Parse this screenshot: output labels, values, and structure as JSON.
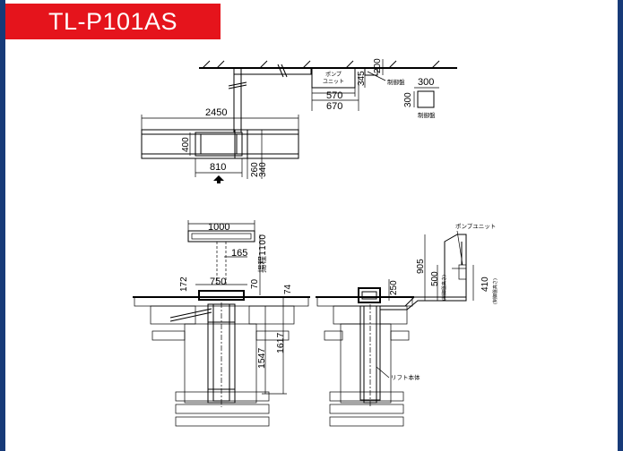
{
  "title": "TL-P101AS",
  "plan": {
    "pump_unit_label": "ポンプ\nユニット",
    "control_panel_label": "制御盤",
    "control_panel_label_2": "制御盤",
    "dims": {
      "d2450": "2450",
      "d400": "400",
      "d810": "810",
      "d260": "260",
      "d340": "340",
      "d570": "570",
      "d670": "670",
      "d345": "345",
      "d200": "200",
      "d300a": "300",
      "d300b": "300"
    }
  },
  "front": {
    "dims": {
      "d1000": "1000",
      "d165": "165",
      "d750": "750",
      "d172": "172",
      "d70": "70",
      "d74": "74",
      "stroke": "揚程1100",
      "d1547": "1547",
      "d1617": "1617"
    }
  },
  "side": {
    "pump_unit_label": "ポンプユニット",
    "lift_body_label": "リフト本体",
    "dims": {
      "d905": "905",
      "d500": "500",
      "d500_note": "(制御盤高さ)",
      "d410": "410",
      "d410_note": "(制御盤高さ)",
      "d250": "250"
    }
  }
}
